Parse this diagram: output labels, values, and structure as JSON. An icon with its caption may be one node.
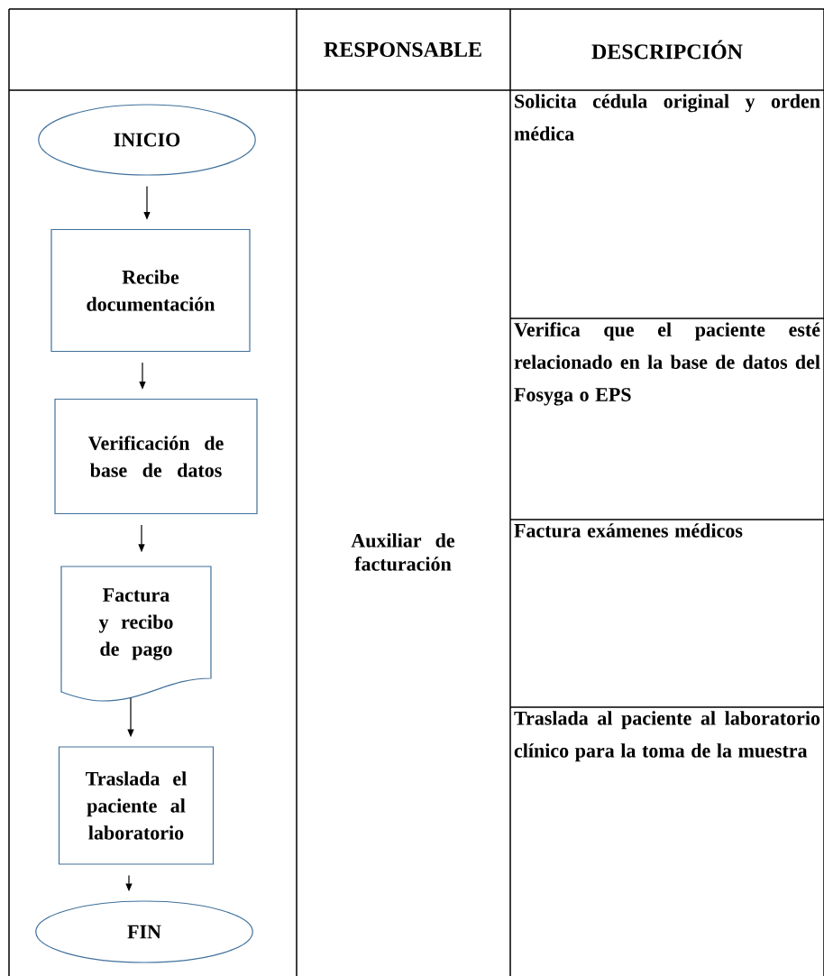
{
  "diagram": {
    "nodes": [
      {
        "text": [
          "INICIO"
        ]
      },
      {
        "text": [
          "Recibe documentación"
        ]
      },
      {
        "text": [
          "Verificación de base de datos"
        ]
      },
      {
        "text": [
          "Factura y recibo de pago"
        ]
      },
      {
        "text": [
          "Traslada el paciente al laboratorio"
        ]
      },
      {
        "text": [
          "FIN"
        ]
      }
    ],
    "edges": [
      {
        "from": 0,
        "to": 1,
        "arrow": "to"
      },
      {
        "from": 1,
        "to": 2,
        "arrow": "to"
      },
      {
        "from": 2,
        "to": 3,
        "arrow": "to"
      },
      {
        "from": 3,
        "to": 4,
        "arrow": "to"
      },
      {
        "from": 4,
        "to": 5,
        "arrow": "to"
      }
    ],
    "labels": [
      "RESPONSABLE",
      "DESCRIPCIÓN",
      "Auxiliar de facturación",
      "Solicita cédula original y orden médica",
      "Verifica que el paciente esté relacionado en la base de datos del Fosyga o EPS",
      "Factura exámenes médicos",
      "Traslada al paciente al laboratorio clínico para la toma de la muestra"
    ]
  }
}
